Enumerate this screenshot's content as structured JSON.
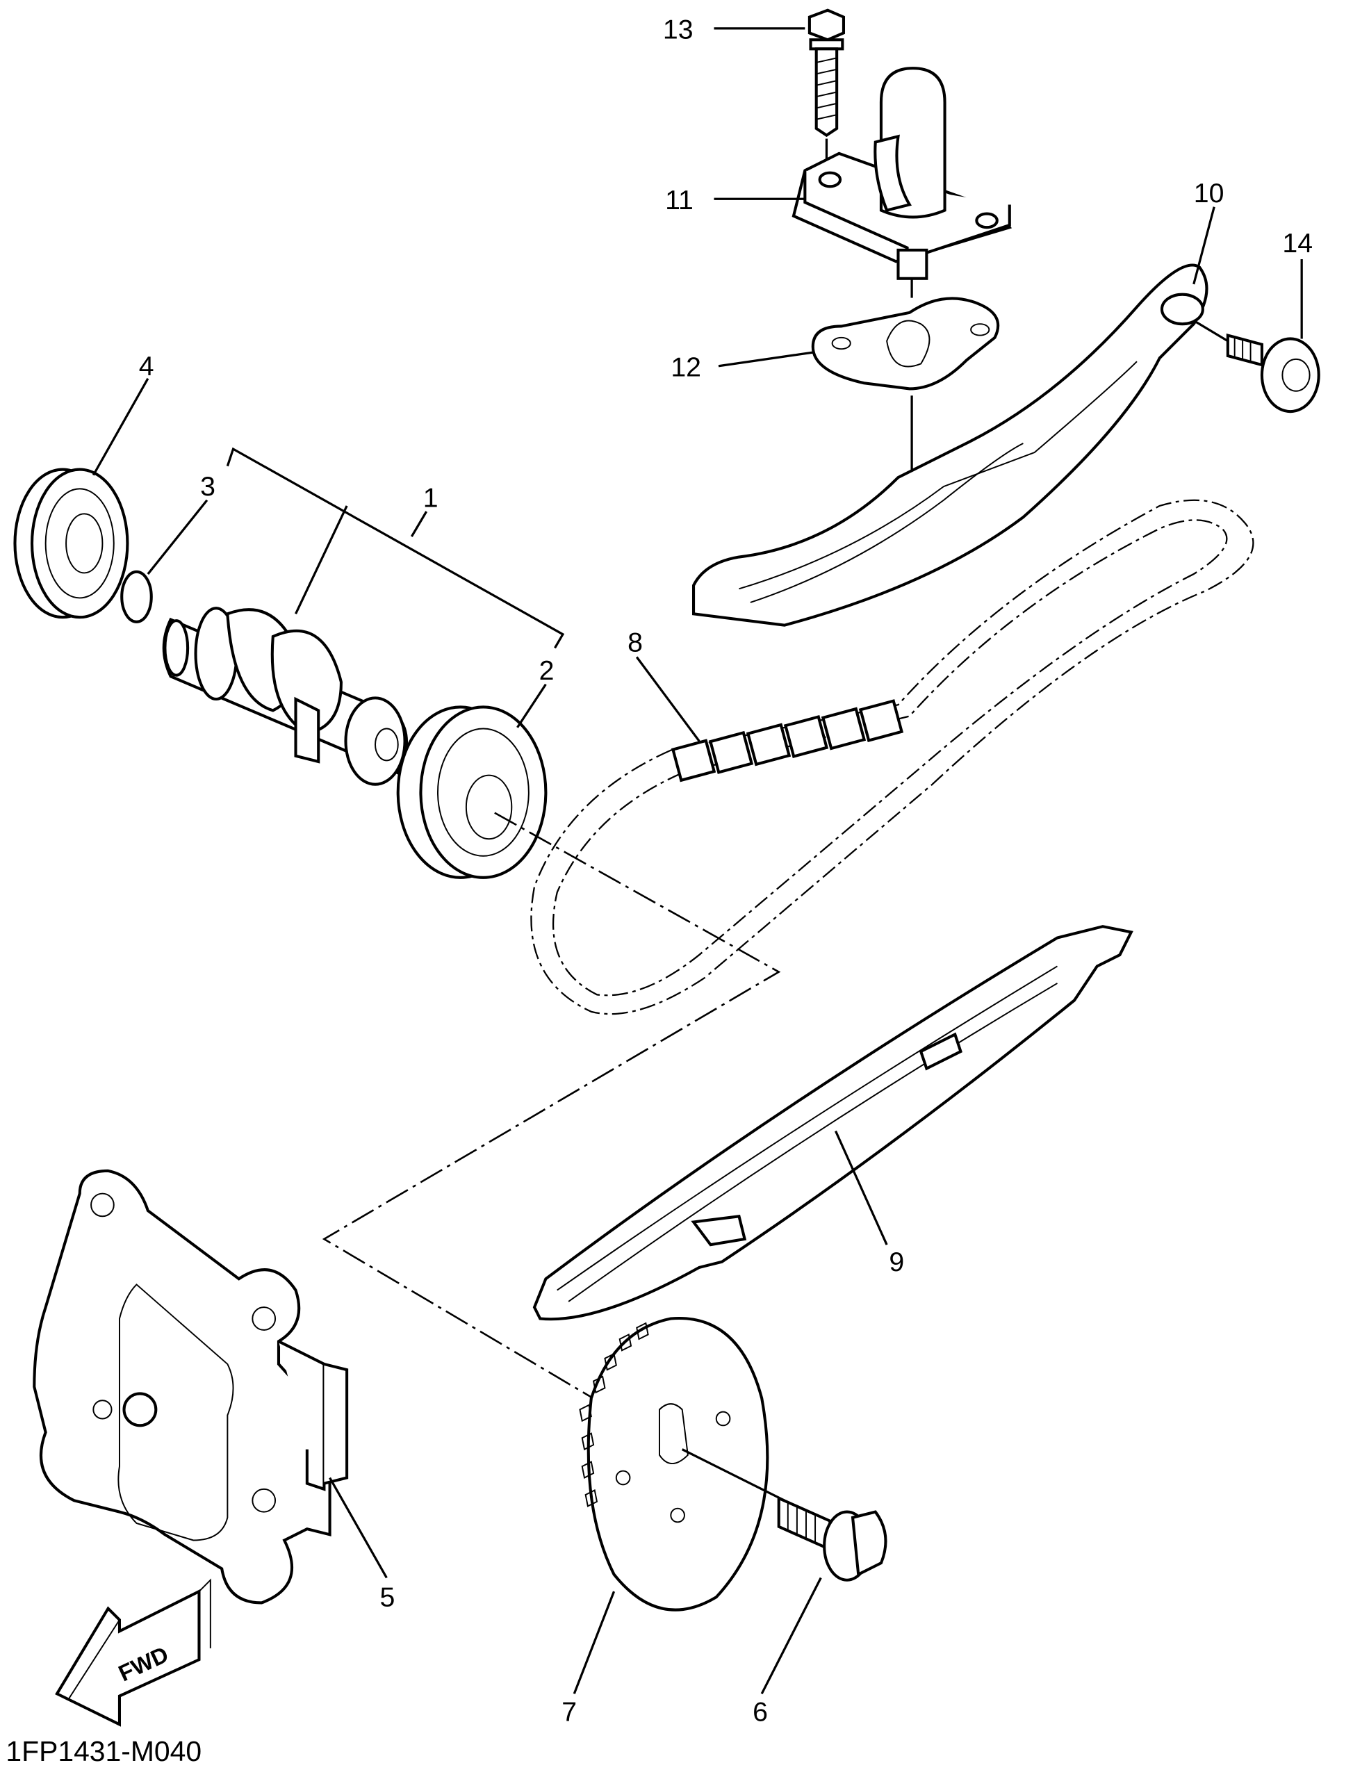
{
  "diagram": {
    "callouts": {
      "c1": "1",
      "c2": "2",
      "c3": "3",
      "c4": "4",
      "c5": "5",
      "c6": "6",
      "c7": "7",
      "c8": "8",
      "c9": "9",
      "c10": "10",
      "c11": "11",
      "c12": "12",
      "c13": "13",
      "c14": "14"
    },
    "fwd_label": "FWD",
    "drawing_code": "1FP1431-M040"
  }
}
